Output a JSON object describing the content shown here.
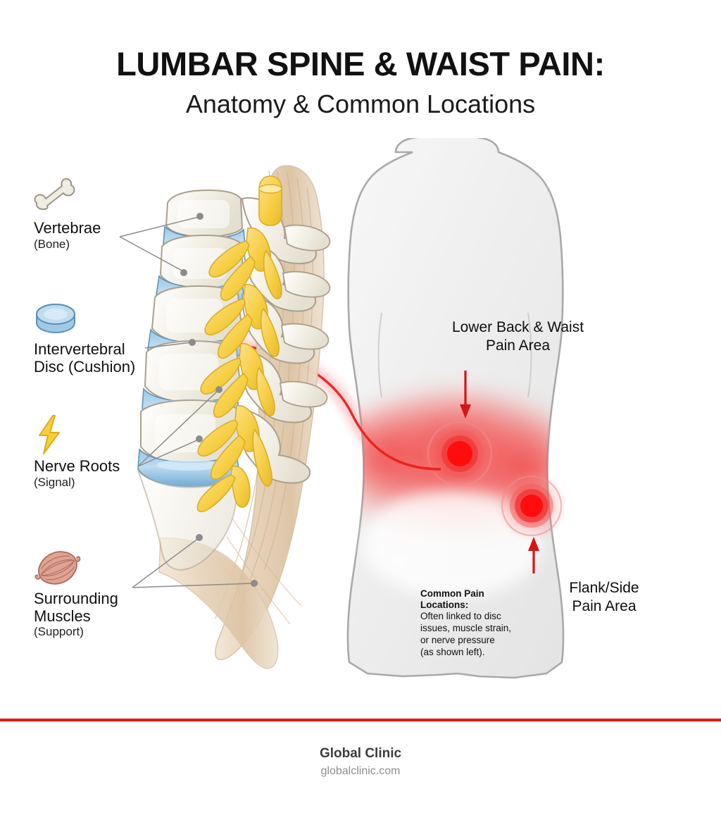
{
  "header": {
    "title": "LUMBAR SPINE & WAIST PAIN:",
    "subtitle": "Anatomy & Common Locations"
  },
  "legend": {
    "items": [
      {
        "icon": "bone-icon",
        "label": "Vertebrae",
        "sub": "(Bone)",
        "color": "#ebe9e0"
      },
      {
        "icon": "disc-icon",
        "label": "Intervertebral",
        "label2": "Disc (Cushion)",
        "sub": "",
        "color": "#a8cfe8"
      },
      {
        "icon": "lightning-bolt-icon",
        "label": "Nerve Roots",
        "sub": "(Signal)",
        "color": "#f6cf3f"
      },
      {
        "icon": "muscle-icon",
        "label": "Surrounding",
        "label2": "Muscles",
        "sub": "(Support)",
        "color": "#d99a8c"
      }
    ]
  },
  "body_panel": {
    "callout_upper": {
      "line1": "Lower Back & Waist",
      "line2": "Pain Area"
    },
    "callout_lower": {
      "line1": "Flank/Side",
      "line2": "Pain Area"
    },
    "note": {
      "title_line1": "Common Pain",
      "title_line2": "Locations:",
      "body_line1": "Often linked to disc",
      "body_line2": "issues, muscle strain,",
      "body_line3": "or nerve pressure",
      "body_line4": "(as shown left)."
    }
  },
  "colors": {
    "pain_red": "#ee1111",
    "accent_divider": "#ee1111",
    "bone": "#f0ede4",
    "disc_blue": "#7fb4d9",
    "nerve_yellow": "#f7d04a",
    "muscle_tan": "#e2c8a8",
    "body_outline": "#a8a8a8"
  },
  "footer": {
    "brand": "Global Clinic",
    "url": "globalclinic.com"
  }
}
